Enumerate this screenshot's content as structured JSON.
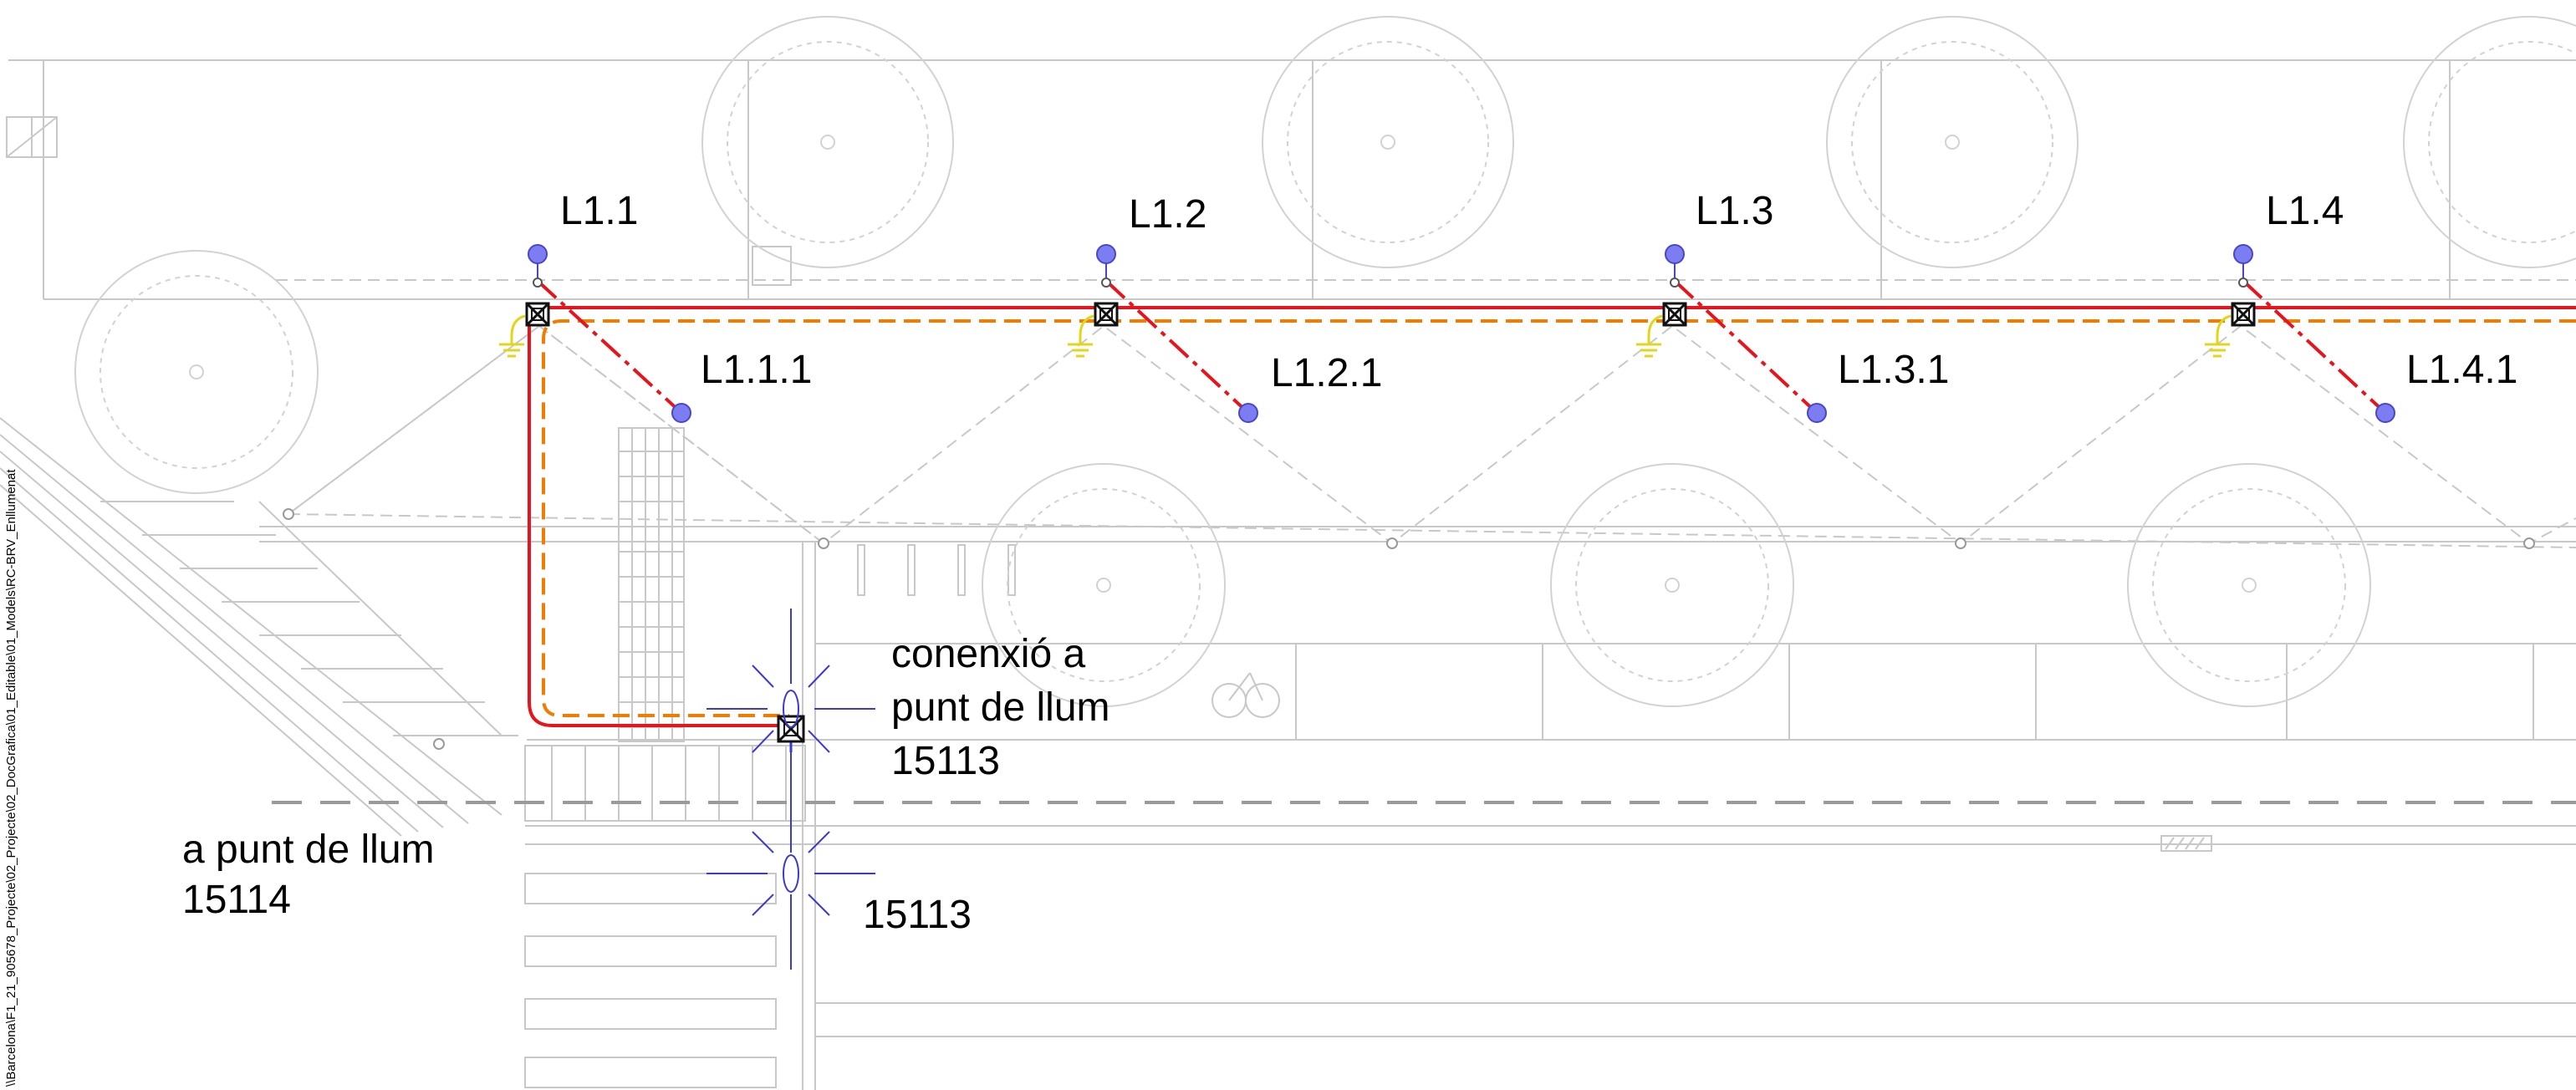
{
  "side_path": "\\\\Barcelona\\F1_21_905678_Projecte\\02_Projecte\\02_DocGrafica\\01_Editable\\01_Models\\RC-BRV_Enllumenat",
  "colors": {
    "cable": "#e8141b",
    "earth_cable": "#ef7d00",
    "axis_line": "#e8141b",
    "luminaire": "#7d7df2",
    "luminaire_stroke": "#4747c8",
    "earth_symbol": "#e3d51e",
    "existing_light": "#3a3ad0",
    "background_drawing": "#c8c8c8",
    "box": "#111111"
  },
  "luminaires": [
    {
      "name": "L1.1",
      "secondary": "L1.1.1"
    },
    {
      "name": "L1.2",
      "secondary": "L1.2.1"
    },
    {
      "name": "L1.3",
      "secondary": "L1.3.1"
    },
    {
      "name": "L1.4",
      "secondary": "L1.4.1"
    }
  ],
  "connection_label": [
    "conenxió a",
    "punt de llum",
    "15113"
  ],
  "to_light_label": [
    "a punt de llum",
    "15114"
  ],
  "existing_light_label": "15113"
}
